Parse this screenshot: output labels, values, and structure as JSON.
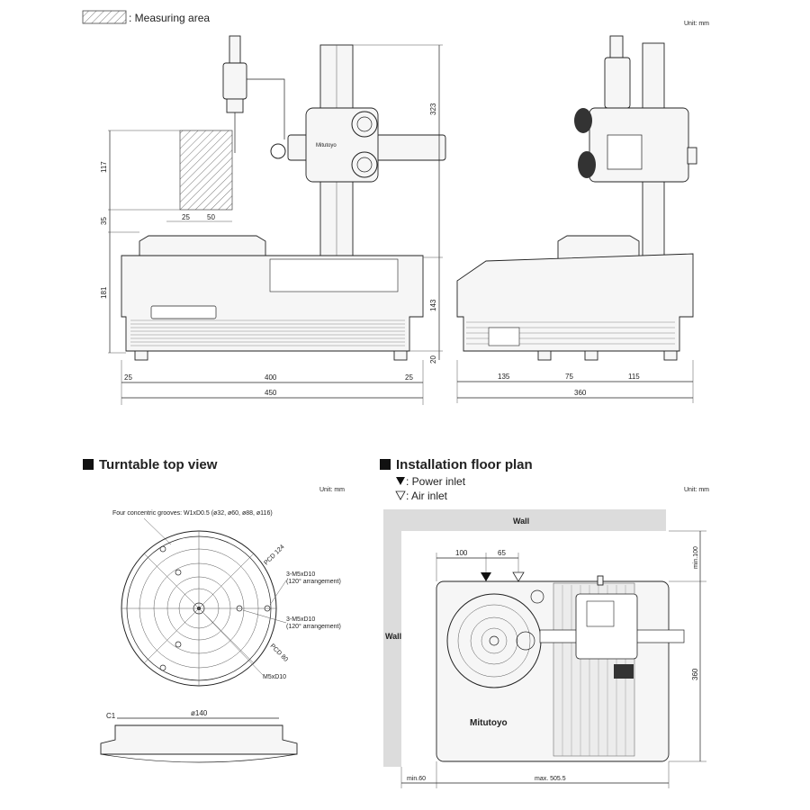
{
  "legend": {
    "measuring_area": ": Measuring area",
    "unit_top_right": "Unit: mm"
  },
  "front_view": {
    "dims": {
      "h117": "117",
      "h35": "35",
      "h181": "181",
      "h323": "323",
      "h143": "143",
      "h20": "20",
      "w25a": "25",
      "w50": "50",
      "w25b": "25",
      "w400": "400",
      "w25c": "25",
      "w450": "450"
    },
    "logo": "Mitutoyo"
  },
  "side_view": {
    "dims": {
      "w135": "135",
      "w75": "75",
      "w115": "115",
      "w360": "360"
    }
  },
  "turntable": {
    "title": "Turntable top view",
    "unit": "Unit: mm",
    "grooves": "Four concentric grooves: W1xD0.5 (ø32, ø60, ø88, ø116)",
    "pcd124": "PCD 124",
    "m5_a": "3-M5xD10",
    "m5_a_note": "(120° arrangement)",
    "m5_b": "3-M5xD10",
    "m5_b_note": "(120° arrangement)",
    "pcd80": "PCD 80",
    "m5_center": "M5xD10",
    "dia140": "ø140",
    "c1": "C1"
  },
  "floor_plan": {
    "title": "Installation floor plan",
    "power_inlet": ": Power inlet",
    "air_inlet": ": Air inlet",
    "unit": "Unit: mm",
    "wall_top": "Wall",
    "wall_left": "Wall",
    "d100": "100",
    "d65": "65",
    "min100": "min.100",
    "h360": "360",
    "min60": "min.60",
    "max505": "max. 505.5",
    "logo": "Mitutoyo"
  }
}
